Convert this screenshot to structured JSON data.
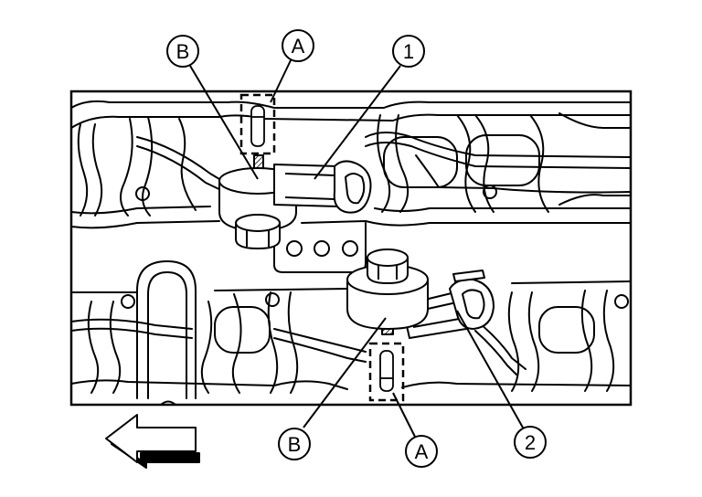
{
  "callouts": {
    "b_top": "B",
    "a_top": "A",
    "one": "1",
    "b_bottom": "B",
    "a_bottom": "A",
    "two": "2"
  },
  "colors": {
    "ink": "#000000",
    "paper": "#ffffff"
  },
  "icons": {
    "direction_arrow": "left-arrow-icon"
  }
}
